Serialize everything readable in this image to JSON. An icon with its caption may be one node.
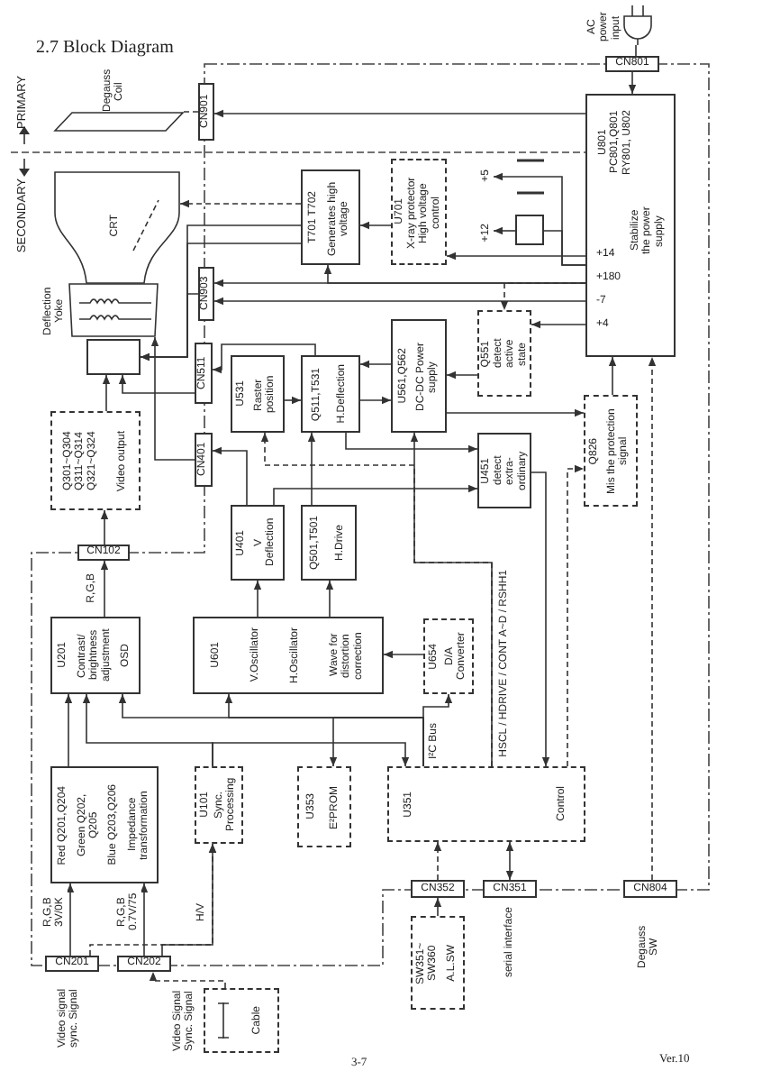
{
  "diagram": {
    "title": "2.7 Block Diagram",
    "nodes": [
      {
        "text": [
          "AC power input"
        ]
      },
      {
        "text": [
          "CN801"
        ]
      },
      {
        "text": [
          "U801 PC801,Q801 RY801, U802",
          "Stabilize the power supply",
          "+14",
          "+180",
          "-7",
          "+4"
        ]
      },
      {
        "text": [
          "CN901"
        ]
      },
      {
        "text": [
          "Degauss Coil"
        ]
      },
      {
        "text": [
          "CRT"
        ]
      },
      {
        "text": [
          "Deflection Yoke"
        ]
      },
      {
        "text": [],
        "shape": "box"
      },
      {
        "text": [
          "CN903"
        ]
      },
      {
        "text": [
          "T701 T702",
          "Generates high voltage"
        ]
      },
      {
        "text": [
          "U701",
          "X-ray protector High voltage control"
        ]
      },
      {
        "text": [
          "+5"
        ]
      },
      {
        "text": [
          "+12"
        ]
      },
      {
        "text": [],
        "shape": "box"
      },
      {
        "text": [
          "CN511"
        ]
      },
      {
        "text": [
          "U531",
          "Raster position"
        ]
      },
      {
        "text": [
          "Q511,T531",
          "H.Deflection"
        ]
      },
      {
        "text": [
          "U561,Q562",
          "DC-DC Power supply"
        ]
      },
      {
        "text": [
          "Q551",
          "detect active state"
        ]
      },
      {
        "text": [
          "CN401"
        ]
      },
      {
        "text": [
          "Q301~Q304 Q311~Q314 Q321~Q324",
          "Video output"
        ]
      },
      {
        "text": [
          "U451",
          "detect extra-ordinary"
        ]
      },
      {
        "text": [
          "Q826",
          "Mis the protection signal"
        ]
      },
      {
        "text": [
          "U401",
          "V Deflection"
        ]
      },
      {
        "text": [
          "Q501,T501",
          "H.Drive"
        ]
      },
      {
        "text": [
          "CN102"
        ]
      },
      {
        "text": [
          "U201",
          "Contrast/ brightness adjustment",
          "OSD"
        ]
      },
      {
        "text": [
          "U601",
          "V.Oscillator",
          "H.Oscillator",
          "Wave for distortion correction"
        ]
      },
      {
        "text": [
          "U654",
          "D/A Converter"
        ]
      },
      {
        "text": [
          "Red Q201,Q204",
          "Green Q202, Q205",
          "Blue Q203,Q206",
          "Impedance transformation"
        ]
      },
      {
        "text": [
          "U101",
          "Sync. Processing"
        ]
      },
      {
        "text": [
          "U353",
          "E²PROM"
        ]
      },
      {
        "text": [
          "U351",
          "Control"
        ]
      },
      {
        "text": [
          "CN352"
        ]
      },
      {
        "text": [
          "CN351"
        ],
        "beside": [
          "serial interface"
        ]
      },
      {
        "text": [
          "CN804"
        ],
        "beside": [
          "Degauss SW"
        ]
      },
      {
        "text": [
          "CN201"
        ],
        "beside": [
          "Video signal sync. Signal"
        ]
      },
      {
        "text": [
          "CN202"
        ]
      },
      {
        "text": [
          "SW351~ SW360",
          "A.L.SW"
        ]
      },
      {
        "text": [
          "Video Signal Sync. Signal",
          "Cable"
        ]
      }
    ],
    "edges": [
      {
        "from": 0,
        "to": 1,
        "arrow": "none"
      },
      {
        "from": 1,
        "to": 2,
        "arrow": "to"
      },
      {
        "from": 2,
        "to": 3,
        "arrow": "to"
      },
      {
        "from": 3,
        "to": 4,
        "arrow": "none",
        "style": "dashed"
      },
      {
        "from": 10,
        "to": 9,
        "arrow": "to"
      },
      {
        "from": 9,
        "to": 5,
        "arrow": "to",
        "style": "dashed"
      },
      {
        "from": 9,
        "to": 7,
        "arrow": "to"
      },
      {
        "from": 9,
        "to": 7,
        "arrow": "to"
      },
      {
        "from": 2,
        "to": 8,
        "arrow": "to"
      },
      {
        "from": 2,
        "to": 8,
        "arrow": "to"
      },
      {
        "from": 8,
        "to": 7,
        "arrow": "none"
      },
      {
        "from": 2,
        "to": 9,
        "arrow": "to"
      },
      {
        "from": 2,
        "to": 18,
        "arrow": "to",
        "style": "dashed"
      },
      {
        "from": 2,
        "to": 18,
        "arrow": "to"
      },
      {
        "from": 2,
        "to": 11,
        "arrow": "to"
      },
      {
        "from": 2,
        "to": 13,
        "arrow": "none"
      },
      {
        "from": 13,
        "to": 12,
        "arrow": "to"
      },
      {
        "from": 2,
        "to": 10,
        "arrow": "to"
      },
      {
        "from": 18,
        "to": 17,
        "arrow": "to"
      },
      {
        "from": 17,
        "to": 22,
        "arrow": "to"
      },
      {
        "from": 22,
        "to": 2,
        "arrow": "to"
      },
      {
        "from": 35,
        "to": 2,
        "arrow": "to",
        "style": "dashed"
      },
      {
        "from": 17,
        "to": 16,
        "arrow": "to"
      },
      {
        "from": 16,
        "to": 17,
        "arrow": "to"
      },
      {
        "from": 15,
        "to": 16,
        "arrow": "to"
      },
      {
        "from": 24,
        "to": 16,
        "arrow": "to"
      },
      {
        "from": 16,
        "to": 21,
        "arrow": "to"
      },
      {
        "from": 23,
        "to": 21,
        "arrow": "to"
      },
      {
        "from": 23,
        "to": 19,
        "arrow": "to"
      },
      {
        "from": 19,
        "to": 6,
        "arrow": "to"
      },
      {
        "from": 14,
        "to": 7,
        "arrow": "to"
      },
      {
        "from": 16,
        "to": 14,
        "arrow": "to"
      },
      {
        "from": 20,
        "to": 7,
        "arrow": "to"
      },
      {
        "from": 26,
        "to": 25,
        "arrow": "to",
        "label": "R,G,B"
      },
      {
        "from": 25,
        "to": 20,
        "arrow": "to"
      },
      {
        "from": 28,
        "to": 27,
        "arrow": "to"
      },
      {
        "from": 27,
        "to": 23,
        "arrow": "to"
      },
      {
        "from": 27,
        "to": 24,
        "arrow": "to"
      },
      {
        "from": 29,
        "to": 26,
        "arrow": "to"
      },
      {
        "from": 36,
        "to": 29,
        "arrow": "to",
        "label": "R,G,B 3V/0K"
      },
      {
        "from": 37,
        "to": 29,
        "arrow": "to",
        "label": "R,G,B 0.7V/75"
      },
      {
        "from": 37,
        "to": 30,
        "arrow": "to",
        "label": "H/V"
      },
      {
        "from": 36,
        "to": 30,
        "arrow": "to",
        "style": "dashed"
      },
      {
        "from": 39,
        "to": 37,
        "arrow": "to",
        "style": "dashed"
      },
      {
        "from": 30,
        "to": 26,
        "arrow": "to"
      },
      {
        "from": 30,
        "to": 32,
        "arrow": "to"
      },
      {
        "from": 32,
        "to": 26,
        "arrow": "to",
        "label": "I²C Bus"
      },
      {
        "from": 32,
        "to": 27,
        "arrow": "to"
      },
      {
        "from": 32,
        "to": 31,
        "arrow": "to"
      },
      {
        "from": 32,
        "to": 28,
        "arrow": "to"
      },
      {
        "from": 32,
        "to": 17,
        "arrow": "to",
        "label": "HSCL / HDRIVE / CONT A~D / RSHH1"
      },
      {
        "from": 32,
        "to": 15,
        "arrow": "to",
        "style": "dashed"
      },
      {
        "from": 21,
        "to": 32,
        "arrow": "to"
      },
      {
        "from": 32,
        "to": 22,
        "arrow": "to",
        "style": "dashed"
      },
      {
        "from": 38,
        "to": 33,
        "arrow": "to"
      },
      {
        "from": 33,
        "to": 32,
        "arrow": "to",
        "style": "dashed"
      },
      {
        "from": 34,
        "to": 32,
        "arrow": "both"
      }
    ],
    "labels": [
      "PRIMARY",
      "SECONDARY",
      "3-7",
      "Ver.10"
    ]
  }
}
